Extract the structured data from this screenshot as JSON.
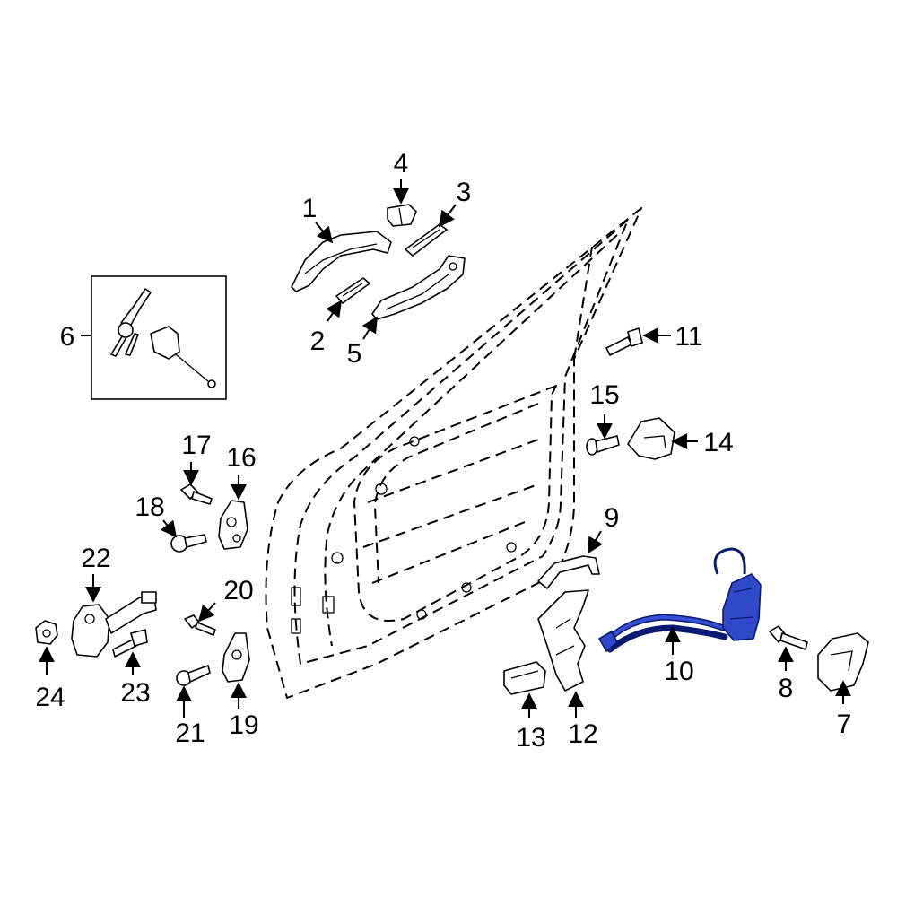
{
  "diagram": {
    "callouts": [
      {
        "id": "1",
        "text": "1"
      },
      {
        "id": "2",
        "text": "2"
      },
      {
        "id": "3",
        "text": "3"
      },
      {
        "id": "4",
        "text": "4"
      },
      {
        "id": "5",
        "text": "5"
      },
      {
        "id": "6",
        "text": "6"
      },
      {
        "id": "7",
        "text": "7"
      },
      {
        "id": "8",
        "text": "8"
      },
      {
        "id": "9",
        "text": "9"
      },
      {
        "id": "10",
        "text": "10"
      },
      {
        "id": "11",
        "text": "11"
      },
      {
        "id": "12",
        "text": "12"
      },
      {
        "id": "13",
        "text": "13"
      },
      {
        "id": "14",
        "text": "14"
      },
      {
        "id": "15",
        "text": "15"
      },
      {
        "id": "16",
        "text": "16"
      },
      {
        "id": "17",
        "text": "17"
      },
      {
        "id": "18",
        "text": "18"
      },
      {
        "id": "19",
        "text": "19"
      },
      {
        "id": "20",
        "text": "20"
      },
      {
        "id": "21",
        "text": "21"
      },
      {
        "id": "22",
        "text": "22"
      },
      {
        "id": "23",
        "text": "23"
      },
      {
        "id": "24",
        "text": "24"
      }
    ],
    "highlighted_part": "10",
    "highlight_color": "#2f49c8",
    "line_color": "#000000",
    "background_color": "#ffffff"
  }
}
